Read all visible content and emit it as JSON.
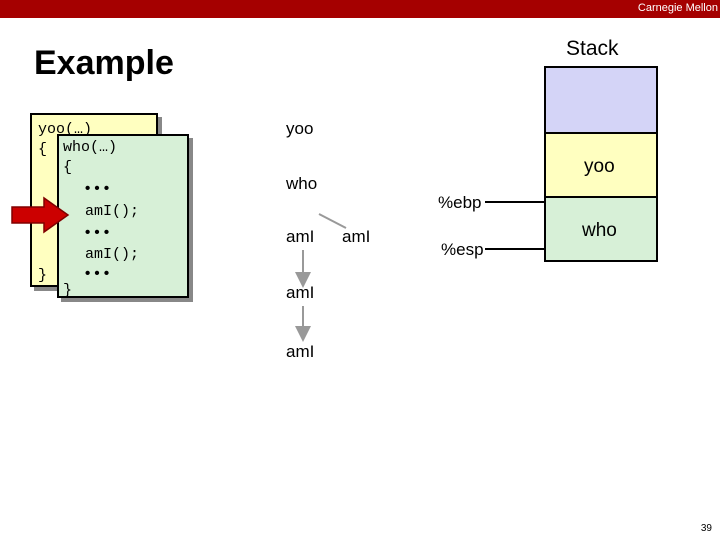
{
  "header": {
    "org": "Carnegie Mellon"
  },
  "slide": {
    "title": "Example",
    "page": "39"
  },
  "code_yoo": {
    "line1": "yoo(…)",
    "line2": "{",
    "line3": "}"
  },
  "code_who": {
    "line1": "who(…)",
    "line2": "{",
    "line3": "• • •",
    "line4": "amI();",
    "line5": "• • •",
    "line6": "amI();",
    "line7": "• • •",
    "line8": "}"
  },
  "call_tree": {
    "yoo": "yoo",
    "who": "who",
    "ami_1": "amI",
    "ami_2": "amI",
    "ami_3": "amI",
    "ami_4": "amI"
  },
  "stack": {
    "title": "Stack",
    "frame_yoo": "yoo",
    "frame_who": "who",
    "ebp": "%ebp",
    "esp": "%esp"
  },
  "colors": {
    "header_bar": "#a50000",
    "yoo_frame": "#ffffc0",
    "who_frame": "#d7f0d7",
    "stack_top": "#d4d4f7",
    "arrow": "#cc0000"
  }
}
